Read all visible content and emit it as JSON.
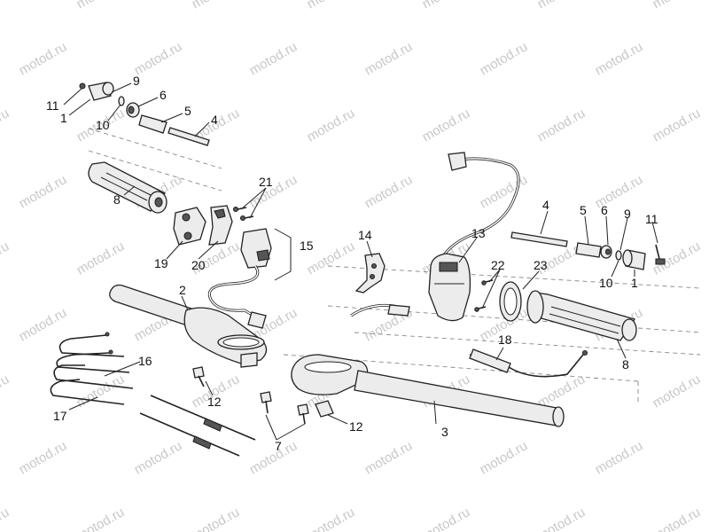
{
  "watermark": "motod.ru",
  "callouts": [
    {
      "id": "c11a",
      "text": "11"
    },
    {
      "id": "c9a",
      "text": "9"
    },
    {
      "id": "c6a",
      "text": "6"
    },
    {
      "id": "c1a",
      "text": "1"
    },
    {
      "id": "c10a",
      "text": "10"
    },
    {
      "id": "c5a",
      "text": "5"
    },
    {
      "id": "c4a",
      "text": "4"
    },
    {
      "id": "c8a",
      "text": "8"
    },
    {
      "id": "c21",
      "text": "21"
    },
    {
      "id": "c19",
      "text": "19"
    },
    {
      "id": "c20",
      "text": "20"
    },
    {
      "id": "c15",
      "text": "15"
    },
    {
      "id": "c2",
      "text": "2"
    },
    {
      "id": "c16",
      "text": "16"
    },
    {
      "id": "c17",
      "text": "17"
    },
    {
      "id": "c12a",
      "text": "12"
    },
    {
      "id": "c7",
      "text": "7"
    },
    {
      "id": "c12b",
      "text": "12"
    },
    {
      "id": "c3",
      "text": "3"
    },
    {
      "id": "c14",
      "text": "14"
    },
    {
      "id": "c13",
      "text": "13"
    },
    {
      "id": "c22",
      "text": "22"
    },
    {
      "id": "c23",
      "text": "23"
    },
    {
      "id": "c18",
      "text": "18"
    },
    {
      "id": "c8b",
      "text": "8"
    },
    {
      "id": "c4b",
      "text": "4"
    },
    {
      "id": "c5b",
      "text": "5"
    },
    {
      "id": "c6b",
      "text": "6"
    },
    {
      "id": "c9b",
      "text": "9"
    },
    {
      "id": "c11b",
      "text": "11"
    },
    {
      "id": "c10b",
      "text": "10"
    },
    {
      "id": "c1b",
      "text": "1"
    }
  ]
}
